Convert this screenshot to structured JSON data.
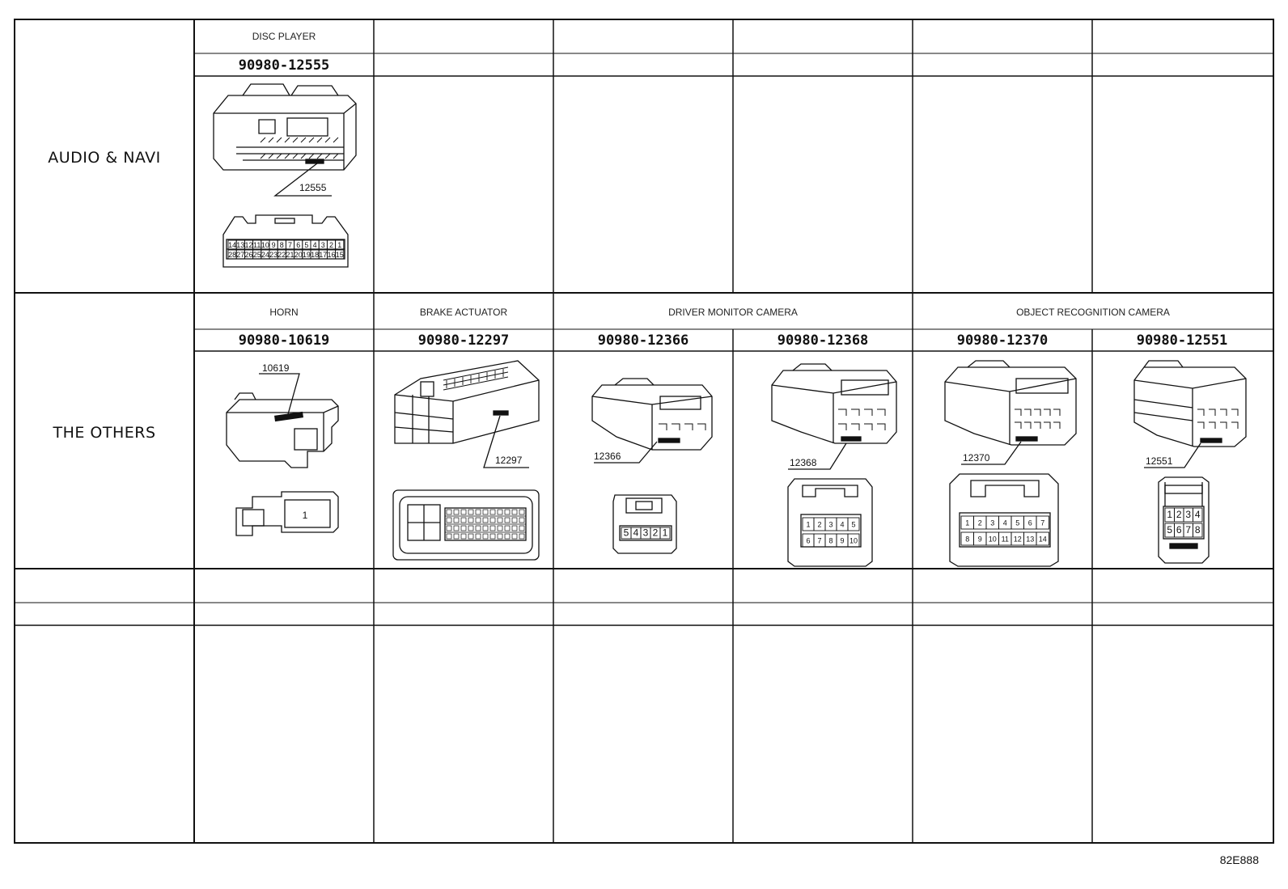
{
  "rows": [
    {
      "category": "AUDIO & NAVI",
      "connectors": [
        {
          "name": "DISC PLAYER",
          "part_number": "90980-12555",
          "code": "12555",
          "pins_top": [
            "14",
            "13",
            "12",
            "11",
            "10",
            "9",
            "8",
            "7",
            "6",
            "5",
            "4",
            "3",
            "2",
            "1"
          ],
          "pins_bottom": [
            "28",
            "27",
            "26",
            "25",
            "24",
            "23",
            "22",
            "21",
            "20",
            "19",
            "18",
            "17",
            "16",
            "15"
          ]
        }
      ]
    },
    {
      "category": "THE OTHERS",
      "connectors": [
        {
          "name": "HORN",
          "part_number": "90980-10619",
          "code": "10619",
          "pins": [
            "1"
          ]
        },
        {
          "name": "BRAKE ACTUATOR",
          "part_number": "90980-12297",
          "code": "12297"
        },
        {
          "name": "DRIVER MONITOR CAMERA",
          "part_number": "90980-12366",
          "code": "12366",
          "pins": [
            "5",
            "4",
            "3",
            "2",
            "1"
          ]
        },
        {
          "name": "",
          "part_number": "90980-12368",
          "code": "12368",
          "pins_top": [
            "1",
            "2",
            "3",
            "4",
            "5"
          ],
          "pins_bottom": [
            "6",
            "7",
            "8",
            "9",
            "10"
          ]
        },
        {
          "name": "OBJECT RECOGNITION CAMERA",
          "part_number": "90980-12370",
          "code": "12370",
          "pins_top": [
            "1",
            "2",
            "3",
            "4",
            "5",
            "6",
            "7"
          ],
          "pins_bottom": [
            "8",
            "9",
            "10",
            "11",
            "12",
            "13",
            "14"
          ]
        },
        {
          "name": "",
          "part_number": "90980-12551",
          "code": "12551",
          "pins_top": [
            "1",
            "2",
            "3",
            "4"
          ],
          "pins_bottom": [
            "5",
            "6",
            "7",
            "8"
          ]
        }
      ]
    }
  ],
  "figure_code": "82E888"
}
